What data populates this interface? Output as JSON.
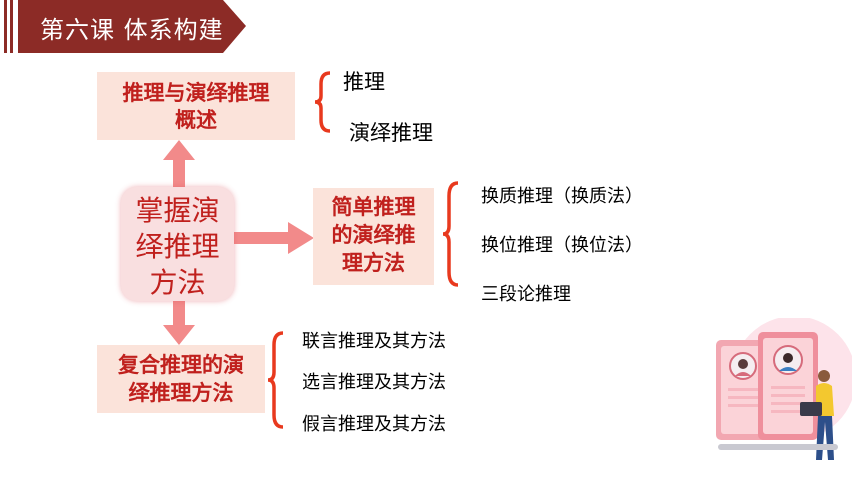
{
  "header": {
    "title": "第六课  体系构建"
  },
  "center": {
    "lines": [
      "掌握演",
      "绎推理",
      "方法"
    ]
  },
  "top_box": {
    "lines": [
      "推理与演绎推理",
      "概述"
    ],
    "items": [
      "推理",
      "演绎推理"
    ]
  },
  "right_box": {
    "lines": [
      "简单推理",
      "的演绎推",
      "理方法"
    ],
    "items": [
      "换质推理（换质法）",
      "换位推理（换位法）",
      "三段论推理"
    ]
  },
  "bottom_box": {
    "lines": [
      "复合推理的演",
      "绎推理方法"
    ],
    "items": [
      "联言推理及其方法",
      "选言推理及其方法",
      "假言推理及其方法"
    ]
  },
  "colors": {
    "brand": "#8c2b26",
    "box_bg": "#fbe3da",
    "text_red": "#c0201d",
    "arrow": "#f28a8a",
    "brace": "#e8391e"
  }
}
